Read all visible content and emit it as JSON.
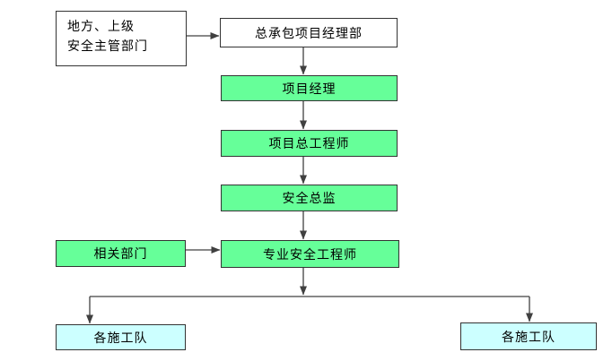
{
  "diagram": {
    "type": "flowchart",
    "background_color": "#FFFFFF",
    "colors": {
      "node_green_fill": "#66FF99",
      "node_cyan_fill": "#CCFFFF",
      "node_white_fill": "#FFFFFF",
      "node_border": "#333333",
      "connector_line": "#404040",
      "text": "#000000"
    },
    "nodes": {
      "authority": {
        "label_line1": "地方、上级",
        "label_line2": "安全主管部门",
        "fill": "#FFFFFF"
      },
      "gc_project_dept": {
        "label": "总承包项目经理部",
        "fill": "#FFFFFF"
      },
      "project_manager": {
        "label": "项目经理",
        "fill": "#66FF99"
      },
      "chief_engineer": {
        "label": "项目总工程师",
        "fill": "#66FF99"
      },
      "safety_director": {
        "label": "安全总监",
        "fill": "#66FF99"
      },
      "related_dept": {
        "label": "相关部门",
        "fill": "#66FF99"
      },
      "safety_engineer": {
        "label": "专业安全工程师",
        "fill": "#66FF99"
      },
      "team_left": {
        "label": "各施工队",
        "fill": "#CCFFFF"
      },
      "team_right": {
        "label": "各施工队",
        "fill": "#CCFFFF"
      }
    },
    "edges": [
      {
        "from": "authority",
        "to": "gc_project_dept",
        "direction": "right"
      },
      {
        "from": "gc_project_dept",
        "to": "project_manager",
        "direction": "down"
      },
      {
        "from": "project_manager",
        "to": "chief_engineer",
        "direction": "down"
      },
      {
        "from": "chief_engineer",
        "to": "safety_director",
        "direction": "down"
      },
      {
        "from": "safety_director",
        "to": "safety_engineer",
        "direction": "down"
      },
      {
        "from": "related_dept",
        "to": "safety_engineer",
        "direction": "right"
      },
      {
        "from": "safety_engineer",
        "to": "branch_junction",
        "direction": "down"
      },
      {
        "from": "branch_junction",
        "to": "team_left",
        "direction": "down"
      },
      {
        "from": "branch_junction",
        "to": "team_right",
        "direction": "down"
      }
    ]
  }
}
